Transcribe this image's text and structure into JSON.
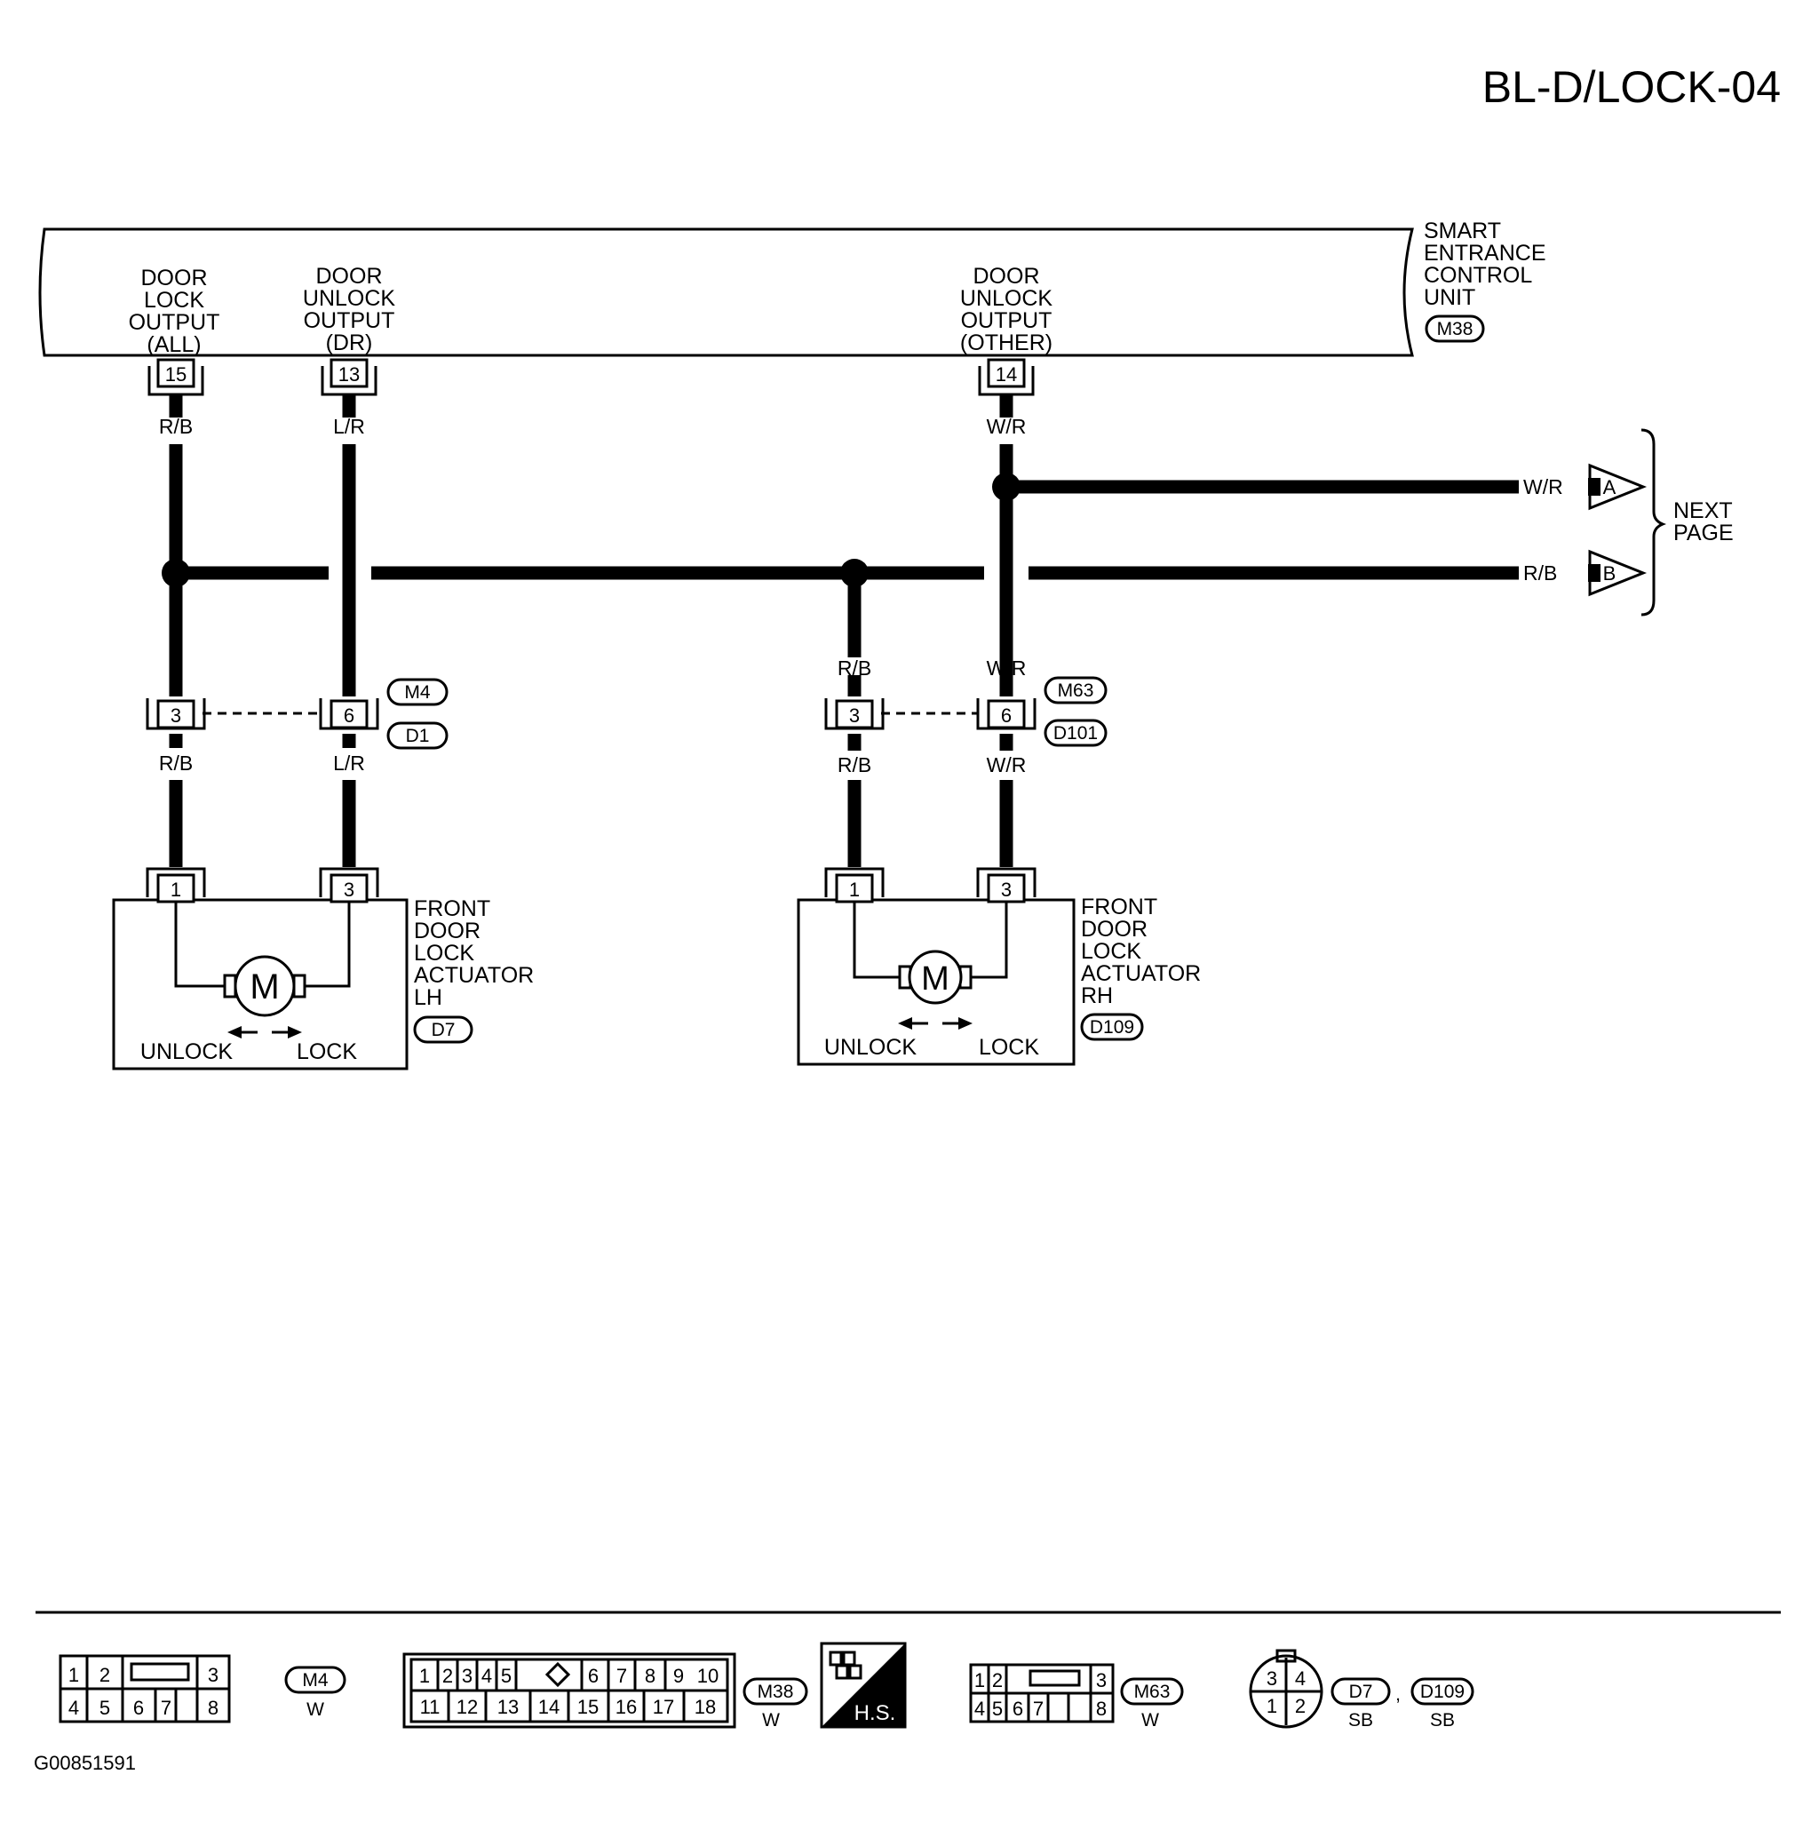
{
  "page_code": "BL-D/LOCK-04",
  "figure_id": "G00851591",
  "unit": {
    "name": [
      "SMART",
      "ENTRANCE",
      "CONTROL",
      "UNIT"
    ],
    "connector": "M38",
    "terminals": [
      {
        "pin": "15",
        "label": [
          "DOOR",
          "LOCK",
          "OUTPUT",
          "(ALL)"
        ],
        "wire": "R/B"
      },
      {
        "pin": "13",
        "label": [
          "DOOR",
          "UNLOCK",
          "OUTPUT",
          "(DR)"
        ],
        "wire": "L/R"
      },
      {
        "pin": "14",
        "label": [
          "DOOR",
          "UNLOCK",
          "OUTPUT",
          "(OTHER)"
        ],
        "wire": "W/R"
      }
    ]
  },
  "next_page": {
    "label": [
      "NEXT",
      "PAGE"
    ],
    "arrows": [
      {
        "letter": "A",
        "wire": "W/R"
      },
      {
        "letter": "B",
        "wire": "R/B"
      }
    ]
  },
  "joint_left": {
    "tags": [
      "M4",
      "D1"
    ],
    "pins": [
      "3",
      "6"
    ],
    "wires_below": [
      "R/B",
      "L/R"
    ]
  },
  "joint_right": {
    "tags": [
      "M63",
      "D101"
    ],
    "pins": [
      "3",
      "6"
    ],
    "wires_above": [
      "R/B",
      "W/R"
    ],
    "wires_below": [
      "R/B",
      "W/R"
    ]
  },
  "actuator_lh": {
    "name": [
      "FRONT",
      "DOOR",
      "LOCK",
      "ACTUATOR",
      "LH"
    ],
    "connector": "D7",
    "pins": [
      "1",
      "3"
    ],
    "motor": "M",
    "unlock": "UNLOCK",
    "lock": "LOCK"
  },
  "actuator_rh": {
    "name": [
      "FRONT",
      "DOOR",
      "LOCK",
      "ACTUATOR",
      "RH"
    ],
    "connector": "D109",
    "pins": [
      "1",
      "3"
    ],
    "motor": "M",
    "unlock": "UNLOCK",
    "lock": "LOCK"
  },
  "connector_views": {
    "m4": {
      "tag": "M4",
      "color": "W",
      "top": [
        "1",
        "2",
        "3"
      ],
      "bottom": [
        "4",
        "5",
        "6",
        "7",
        "8"
      ]
    },
    "m38": {
      "tag": "M38",
      "color": "W",
      "top": [
        "1",
        "2",
        "3",
        "4",
        "5",
        "6",
        "7",
        "8",
        "9",
        "10"
      ],
      "bottom": [
        "11",
        "12",
        "13",
        "14",
        "15",
        "16",
        "17",
        "18"
      ]
    },
    "hs": "H.S.",
    "m63": {
      "tag": "M63",
      "color": "W",
      "top": [
        "1",
        "2",
        "3"
      ],
      "bottom": [
        "4",
        "5",
        "6",
        "7",
        "8"
      ]
    },
    "round": {
      "top": [
        "3",
        "4"
      ],
      "bottom": [
        "1",
        "2"
      ],
      "tags": [
        "D7",
        "D109"
      ],
      "colors": [
        "SB",
        "SB"
      ],
      "separator": ","
    }
  }
}
